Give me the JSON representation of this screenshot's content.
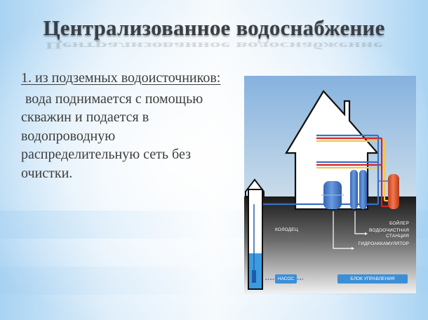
{
  "slide": {
    "title": "Централизованное водоснабжение",
    "heading": "1. из подземных водоисточников:",
    "body_lines": [
      "вода поднимается с помощью",
      "скважин и подается в",
      "водопроводную",
      "распределительную сеть без",
      "очистки."
    ]
  },
  "diagram": {
    "labels": {
      "well": "КОЛОДЕЦ",
      "boiler": "БОЙЛЕР",
      "treatment_line1": "ВОДООЧИСТНАЯ",
      "treatment_line2": "СТАНЦИЯ",
      "accumulator": "ГИДРОАККАМУЛЯТОР",
      "pump": "НАСОС",
      "control_unit": "БЛОК УПРАВЛЕНИЯ"
    },
    "colors": {
      "sky": "#8fb8df",
      "ground_dark": "#1c1c1c",
      "ground_light": "#eeeeee",
      "pipe_blue": "#3a6fc4",
      "pipe_red": "#d2232a",
      "pipe_yellow": "#f2c84b",
      "tank_blue": "#4a7fcf",
      "boiler_orange": "#e0582e",
      "water": "#3b9be0",
      "label_pill": "#3c8fd6"
    }
  }
}
